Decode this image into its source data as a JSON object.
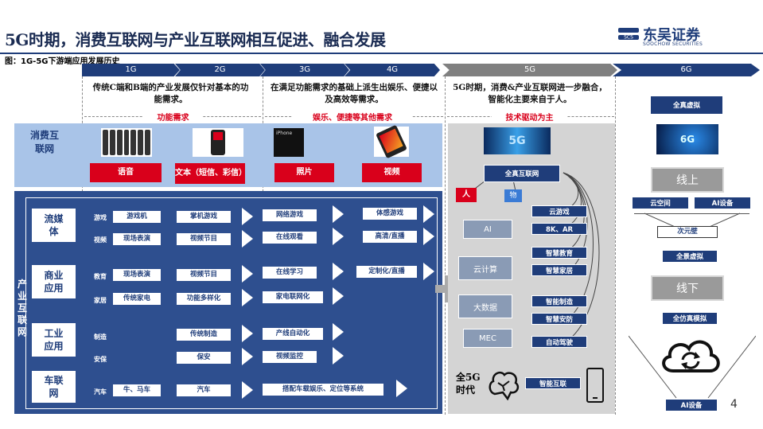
{
  "title": "5G时期，消费互联网与产业互联网相互促进、融合发展",
  "figure_caption": "图：1G-5G下游端应用发展历史",
  "logo": {
    "name": "东吴证券",
    "sub": "SOOCHOW SECURITIES"
  },
  "generations": [
    "1G",
    "2G",
    "3G",
    "4G",
    "5G",
    "6G"
  ],
  "era_desc": {
    "g12": "传统C端和B端的产业发展仅针对基本的功能需求。",
    "g34": "在满足功能需求的基础上派生出娱乐、便捷以及高效等需求。",
    "g5": "5G时期，消费&产业互联网进一步融合，智能化主要来自于人。"
  },
  "era_labels": [
    "功能需求",
    "娱乐、便捷等其他需求",
    "技术驱动为主"
  ],
  "consumer": {
    "label": "消费互联网",
    "tags": [
      "语音",
      "文本（短信、彩信）",
      "照片",
      "视频"
    ],
    "iphone_text": "iPhone"
  },
  "industry": {
    "label": "产业互联网",
    "categories": [
      "流媒体",
      "商业应用",
      "工业应用",
      "车联网"
    ],
    "small_labels": [
      "游戏",
      "视频",
      "教育",
      "家居",
      "制造",
      "安保",
      "汽车"
    ],
    "row_game": [
      "游戏机",
      "掌机游戏",
      "网络游戏",
      "体感游戏"
    ],
    "row_video": [
      "现场表演",
      "视频节目",
      "在线观看",
      "高清/直播"
    ],
    "row_edu": [
      "现场表演",
      "视频节目",
      "在线学习",
      "定制化/直播"
    ],
    "row_home": [
      "传统家电",
      "功能多样化",
      "家电联网化"
    ],
    "row_mfg": [
      "传统制造",
      "产线自动化"
    ],
    "row_sec": [
      "保安",
      "视频监控"
    ],
    "row_car": [
      "牛、马车",
      "汽车",
      "搭配车载娱乐、定位等系统"
    ]
  },
  "g5_panel": {
    "top_box": "全真互联网",
    "person": "人",
    "thing": "物",
    "techs": [
      "AI",
      "云计算",
      "大数据",
      "MEC"
    ],
    "apps": [
      "云游戏",
      "8K、AR",
      "智慧教育",
      "智慧家居",
      "智能制造",
      "智慧安防",
      "自动驾驶"
    ],
    "era": "全5G时代",
    "brain_box": "智能互联"
  },
  "g6_panel": {
    "top": "全真虚拟",
    "online": "线上",
    "pair": [
      "云空间",
      "AI设备"
    ],
    "metaverse": "次元壁",
    "virtual": "全景虚拟",
    "offline": "线下",
    "sim": "全仿真模拟",
    "bottom": "AI设备"
  },
  "page_number": "4",
  "colors": {
    "navy": "#1f3d7a",
    "red": "#d9001b",
    "lightblue": "#a9c4e8",
    "gray": "#808080"
  }
}
